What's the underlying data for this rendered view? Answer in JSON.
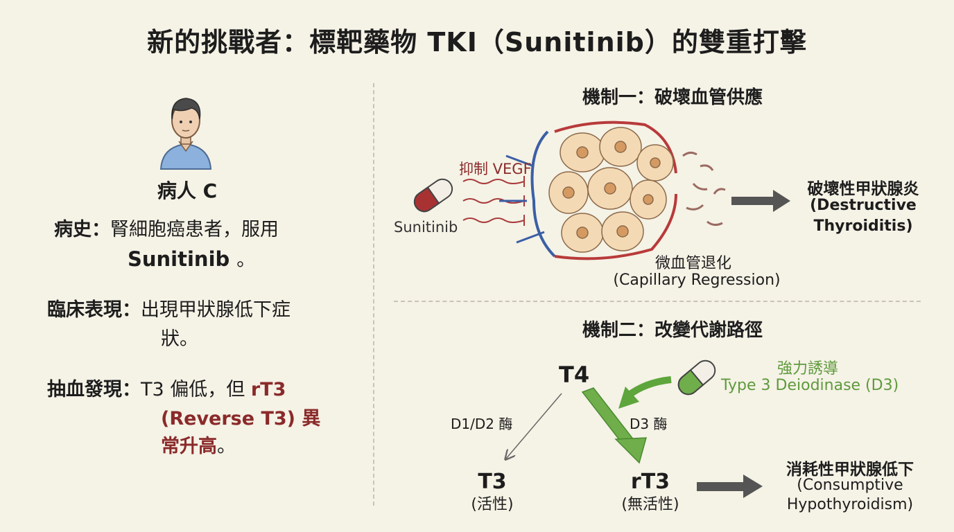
{
  "title": "新的挑戰者：標靶藥物 TKI（Sunitinib）的雙重打擊",
  "patient": {
    "name": "病人 C",
    "history_label": "病史：",
    "history_value": "腎細胞癌患者，服用",
    "history_drug": "Sunitinib",
    "history_end": "。",
    "clinical_label": "臨床表現：",
    "clinical_value_1": "出現甲狀腺低下症",
    "clinical_value_2": "狀。",
    "blood_label": "抽血發現：",
    "blood_value_1a": "T3 偏低，但 ",
    "blood_value_1b": "rT3",
    "blood_value_2": "(Reverse T3) 異",
    "blood_value_3a": "常升高",
    "blood_value_3b": "。"
  },
  "mechanism1": {
    "title": "機制一：破壞血管供應",
    "inhibit_label": "抑制 VEGF",
    "drug_label": "Sunitinib",
    "regression_zh": "微血管退化",
    "regression_en": "(Capillary Regression)",
    "result_zh": "破壞性甲狀腺炎",
    "result_en_1": "(Destructive",
    "result_en_2": "Thyroiditis)"
  },
  "mechanism2": {
    "title": "機制二：改變代謝路徑",
    "t4": "T4",
    "induce_zh": "強力誘導",
    "induce_en": "Type 3 Deiodinase (D3)",
    "d12_label": "D1/D2 酶",
    "d3_label": "D3 酶",
    "t3": "T3",
    "t3_sub": "(活性)",
    "rt3": "rT3",
    "rt3_sub": "(無活性)",
    "result_zh": "消耗性甲狀腺低下",
    "result_en_1": "(Consumptive",
    "result_en_2": "Hypothyroidism)"
  },
  "colors": {
    "background": "#f5f2e6",
    "highlight_red": "#8a2a2a",
    "green": "#5ea53c",
    "artery_red": "#b83a3a",
    "vein_blue": "#3a5fa5",
    "arrow_gray": "#555555"
  }
}
